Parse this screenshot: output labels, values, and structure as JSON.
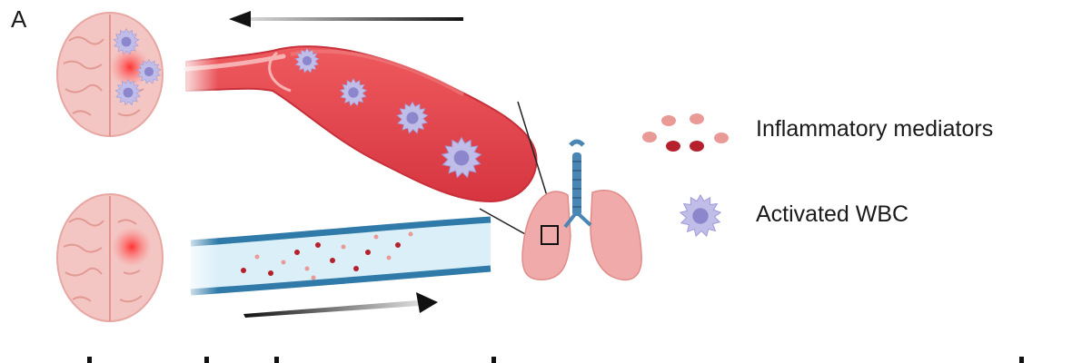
{
  "panel_label": "A",
  "legend": {
    "items": [
      {
        "id": "mediators",
        "label": "Inflammatory mediators",
        "icon": "mediator-dots-icon"
      },
      {
        "id": "wbc",
        "label": "Activated WBC",
        "icon": "activated-wbc-icon"
      }
    ]
  },
  "colors": {
    "brain": "#f2c2bf",
    "brain_outline": "#e6a19d",
    "inflammation": "#ff3b3b",
    "artery": "#e2454b",
    "artery_light": "#f48b8b",
    "vein_border": "#2f7aa8",
    "vein_fill": "#d9eef8",
    "mediator_dark": "#b5202c",
    "mediator_light": "#e99a96",
    "wbc_body": "#b7b4e6",
    "wbc_nucleus": "#8f89cf",
    "lung": "#f0a9a9",
    "trachea": "#4a86b4",
    "arrow": "#111111"
  }
}
